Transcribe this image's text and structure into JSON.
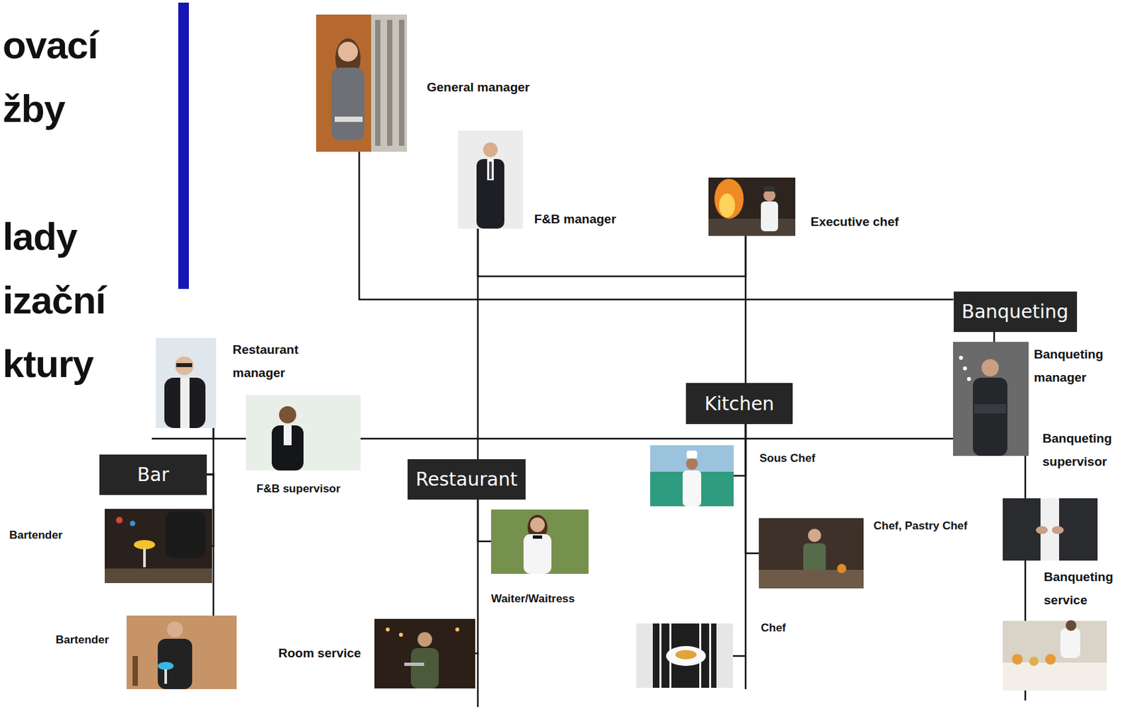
{
  "diagram": {
    "nodes": [
      {
        "text": [
          "General manager"
        ]
      },
      {
        "text": [
          "F&B manager"
        ]
      },
      {
        "text": [
          "Executive chef"
        ]
      },
      {
        "text": [
          "Banqueting"
        ]
      },
      {
        "text": [
          "Restaurant manager"
        ]
      },
      {
        "text": [
          "Kitchen"
        ]
      },
      {
        "text": [
          "Banqueting manager"
        ]
      },
      {
        "text": [
          "F&B supervisor"
        ]
      },
      {
        "text": [
          "Bar"
        ]
      },
      {
        "text": [
          "Restaurant"
        ]
      },
      {
        "text": [
          "Sous Chef"
        ]
      },
      {
        "text": [
          "Banqueting supervisor"
        ]
      },
      {
        "text": [
          "Bartender"
        ]
      },
      {
        "text": [
          "Waiter/Waitress"
        ]
      },
      {
        "text": [
          "Chef, Pastry Chef"
        ]
      },
      {
        "text": [
          "Bartender"
        ]
      },
      {
        "text": [
          "Room service"
        ]
      },
      {
        "text": [
          "Chef"
        ]
      },
      {
        "text": [
          "Banqueting service"
        ]
      }
    ],
    "edges": [
      {
        "from": 0,
        "to": 3,
        "arrow": "none"
      },
      {
        "from": 1,
        "to": 2,
        "arrow": "none"
      },
      {
        "from": 1,
        "to": 9,
        "arrow": "none"
      },
      {
        "from": 9,
        "to": 13,
        "arrow": "none"
      },
      {
        "from": 9,
        "to": 16,
        "arrow": "none"
      },
      {
        "from": 2,
        "to": 5,
        "arrow": "none"
      },
      {
        "from": 5,
        "to": 10,
        "arrow": "none"
      },
      {
        "from": 5,
        "to": 14,
        "arrow": "none"
      },
      {
        "from": 5,
        "to": 17,
        "arrow": "none"
      },
      {
        "from": 4,
        "to": 7,
        "arrow": "none"
      },
      {
        "from": 7,
        "to": 6,
        "arrow": "none"
      },
      {
        "from": 4,
        "to": 8,
        "arrow": "none"
      },
      {
        "from": 8,
        "to": 12,
        "arrow": "none"
      },
      {
        "from": 8,
        "to": 15,
        "arrow": "none"
      },
      {
        "from": 3,
        "to": 6,
        "arrow": "none"
      },
      {
        "from": 6,
        "to": 11,
        "arrow": "none"
      },
      {
        "from": 11,
        "to": 18,
        "arrow": "none"
      }
    ],
    "labels": [
      "ovací žby",
      "lady izační ktury"
    ]
  }
}
